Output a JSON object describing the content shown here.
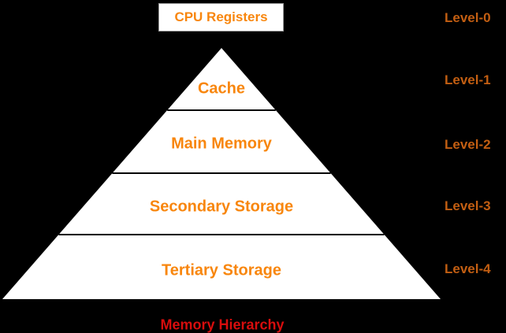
{
  "diagram": {
    "title": "Memory Hierarchy",
    "top_box": {
      "label": "CPU Registers"
    },
    "pyramid_levels": [
      {
        "label": "Cache"
      },
      {
        "label": "Main Memory"
      },
      {
        "label": "Secondary Storage"
      },
      {
        "label": "Tertiary Storage"
      }
    ],
    "level_tags": [
      "Level-0",
      "Level-1",
      "Level-2",
      "Level-3",
      "Level-4"
    ],
    "colors": {
      "background": "#000000",
      "pyramid_fill": "#ffffff",
      "divider": "#000000",
      "label_orange": "#F8860D",
      "level_tag_orange": "#C25E12",
      "title_red": "#D80D0D"
    }
  }
}
